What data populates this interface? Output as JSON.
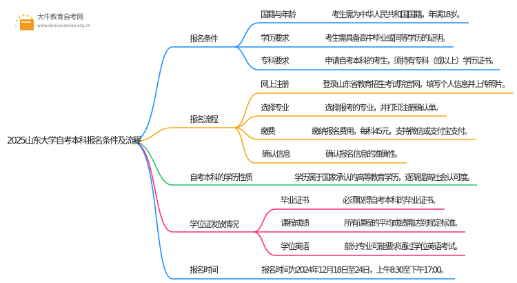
{
  "logo": {
    "name": "大牛教育自考网",
    "url": "www.daniuxuexiao.org.cn"
  },
  "root": "2025山东大学自考本科报名条件及流程",
  "colors": {
    "blue": "#1e8fff",
    "orange": "#f5a81c",
    "green": "#22c46a",
    "pink": "#ff2b7a"
  },
  "branches": [
    {
      "label": "报名条件",
      "children": [
        {
          "label": "国籍与年龄",
          "desc": "考生需为中华人民共和国国籍，年满18岁。"
        },
        {
          "label": "学历要求",
          "desc": "考生需具备高中毕业或同等学历的证明。"
        },
        {
          "label": "专科要求",
          "desc": "申请自考本科的考生，须持有专科（或以上）学历证书。"
        }
      ]
    },
    {
      "label": "报名流程",
      "children": [
        {
          "label": "网上注册",
          "desc": "登录山东省教育招生考试院官网，填写个人信息并上传照片。"
        },
        {
          "label": "选择专业",
          "desc": "选择报考的专业，并打印注册确认单。"
        },
        {
          "label": "缴费",
          "desc": "缴纳报名费用，每科45元，支持微信或支付宝支付。"
        },
        {
          "label": "确认信息",
          "desc": "确认报名信息的准确性。"
        }
      ]
    },
    {
      "label": "自考本科的学历性质",
      "desc": "学历属于国家承认的高等教育学历，逐渐提高社会认可度。"
    },
    {
      "label": "学位证发放情况",
      "children": [
        {
          "label": "毕业证书",
          "desc": "必须取得自考本科的毕业证书。"
        },
        {
          "label": "课程成绩",
          "desc": "所有课程的平均成绩需达到规定标准。"
        },
        {
          "label": "学位英语",
          "desc": "部分专业可能要求通过学位英语考试。"
        }
      ]
    },
    {
      "label": "报名时间",
      "desc": "报名时间为2024年12月18日至24日，上午8:30至下午17:00。"
    }
  ]
}
